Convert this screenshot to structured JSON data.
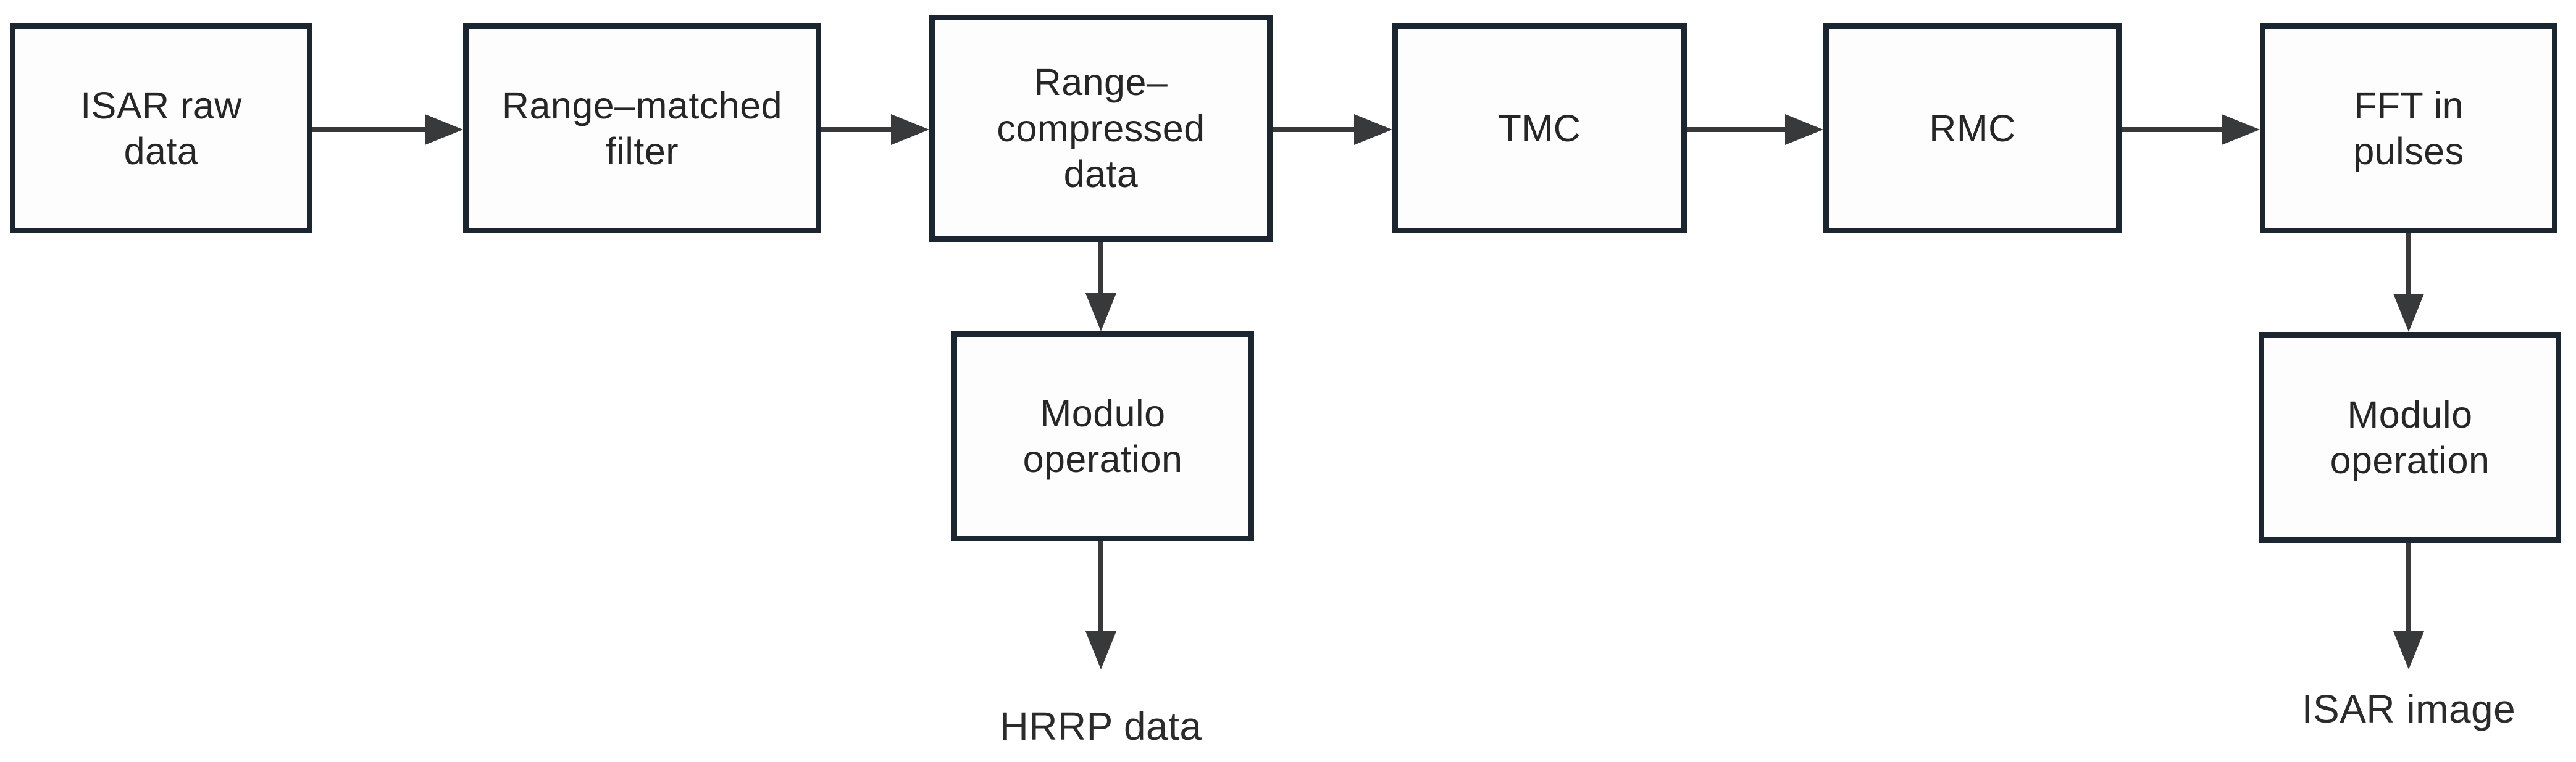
{
  "diagram": {
    "description": "ISAR imaging processing flowchart",
    "colors": {
      "background": "#ffffff",
      "box_border": "#1c2630",
      "box_fill": "#fdfdfd",
      "arrow": "#38393b",
      "text": "#262626"
    },
    "nodes": {
      "isar_raw": {
        "label": "ISAR raw\ndata"
      },
      "range_matched_filter": {
        "label": "Range–matched\nfilter"
      },
      "range_compressed": {
        "label": "Range–\ncompressed\ndata"
      },
      "tmc": {
        "label": "TMC"
      },
      "rmc": {
        "label": "RMC"
      },
      "fft_in_pulses": {
        "label": "FFT in\npulses"
      },
      "modulo_hrrp": {
        "label": "Modulo\noperation"
      },
      "modulo_isar": {
        "label": "Modulo\noperation"
      }
    },
    "outputs": {
      "hrrp": {
        "label": "HRRP data"
      },
      "isar_image": {
        "label": "ISAR image"
      }
    },
    "edges": [
      {
        "from": "isar_raw",
        "to": "range_matched_filter"
      },
      {
        "from": "range_matched_filter",
        "to": "range_compressed"
      },
      {
        "from": "range_compressed",
        "to": "tmc"
      },
      {
        "from": "tmc",
        "to": "rmc"
      },
      {
        "from": "rmc",
        "to": "fft_in_pulses"
      },
      {
        "from": "range_compressed",
        "to": "modulo_hrrp"
      },
      {
        "from": "modulo_hrrp",
        "to": "hrrp"
      },
      {
        "from": "fft_in_pulses",
        "to": "modulo_isar"
      },
      {
        "from": "modulo_isar",
        "to": "isar_image"
      }
    ]
  }
}
